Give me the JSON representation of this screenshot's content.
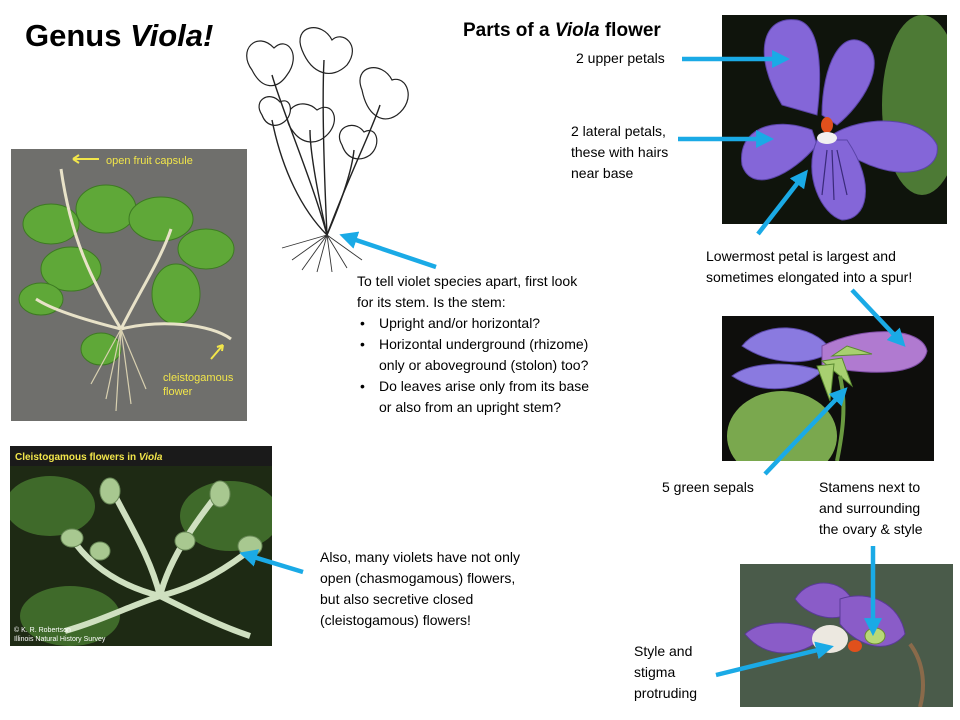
{
  "title": {
    "prefix": "Genus ",
    "genus": "Viola!"
  },
  "parts_title": {
    "prefix": "Parts of a ",
    "genus": "Viola",
    "suffix": " flower"
  },
  "stem_note": {
    "intro1": "To tell violet species apart, first look",
    "intro2": "for its stem. Is the stem:",
    "bullets": [
      [
        "Upright and/or horizontal?"
      ],
      [
        "Horizontal underground (rhizome)",
        "only or aboveground (stolon) too?"
      ],
      [
        "Do leaves arise only from its base",
        "or also from an upright stem?"
      ]
    ]
  },
  "cleisto_note": [
    "Also, many violets have not only",
    "open (chasmogamous) flowers,",
    "but also secretive closed",
    "(cleistogamous) flowers!"
  ],
  "labels": {
    "upper_petals": "2 upper petals",
    "lateral_petals": [
      "2 lateral petals,",
      "these with hairs",
      "near base"
    ],
    "lowermost": [
      "Lowermost petal is largest and",
      "sometimes elongated into a spur!"
    ],
    "sepals": "5 green sepals",
    "stamens": [
      "Stamens next to",
      "and surrounding",
      "the ovary & style"
    ],
    "style": [
      "Style and",
      "stigma",
      "protruding"
    ]
  },
  "photo_captions": {
    "fruit": "open fruit capsule",
    "cleisto_flower": [
      "cleistogamous",
      "flower"
    ],
    "cleisto_header": {
      "prefix": "Cleistogamous flowers in ",
      "genus": "Viola"
    },
    "credit": [
      "© K. R. Robertson",
      "Illinois Natural History Survey"
    ]
  },
  "colors": {
    "arrow": "#1aaae6",
    "caption_yellow": "#f2e64a",
    "violet": "#8466d8"
  }
}
